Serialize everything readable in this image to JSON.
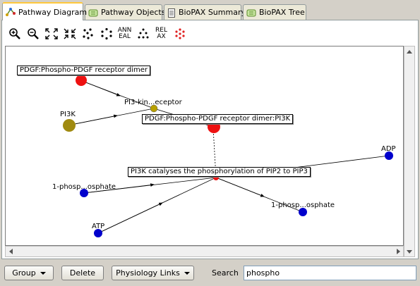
{
  "tabs": [
    {
      "label": "Pathway Diagram",
      "icon": "pathway-diagram-icon",
      "active": true
    },
    {
      "label": "Pathway Objects",
      "icon": "objects-icon",
      "active": false
    },
    {
      "label": "BioPAX Summary",
      "icon": "document-icon",
      "active": false
    },
    {
      "label": "BioPAX Tree",
      "icon": "tree-icon",
      "active": false
    }
  ],
  "toolbar": {
    "zoom_in": "zoom-in-icon",
    "zoom_out": "zoom-out-icon",
    "fit": "fit-to-window-icon",
    "collapse": "shrink-icon",
    "layout1": "scatter-layout-icon",
    "layout2": "circle-layout-icon",
    "anneal_label_1": "ANN",
    "anneal_label_2": "EAL",
    "layout3": "grid-layout-icon",
    "relax_label_1": "REL",
    "relax_label_2": "AX",
    "layout4": "highlight-layout-icon"
  },
  "diagram": {
    "nodes": {
      "pdgf_dimer": "PDGF:Phospho-PDGF receptor dimer",
      "pi3kin": "PI3-kin...eceptor",
      "pi3k": "PI3K",
      "complex": "PDGF:Phospho-PDGF receptor dimer:PI3K",
      "reaction": "PI3K catalyses the phosphorylation of PIP2 to PIP3",
      "adp": "ADP",
      "phosp_in": "1-phosp...osphate",
      "phosp_out": "1-phosp...osphate",
      "atp": "ATP"
    },
    "colors": {
      "red": "#ee1111",
      "olive": "#a08a10",
      "blue": "#0000cc"
    }
  },
  "bottom": {
    "group_label": "Group",
    "delete_label": "Delete",
    "physiology_label": "Physiology Links",
    "search_label": "Search",
    "search_value": "phospho"
  }
}
